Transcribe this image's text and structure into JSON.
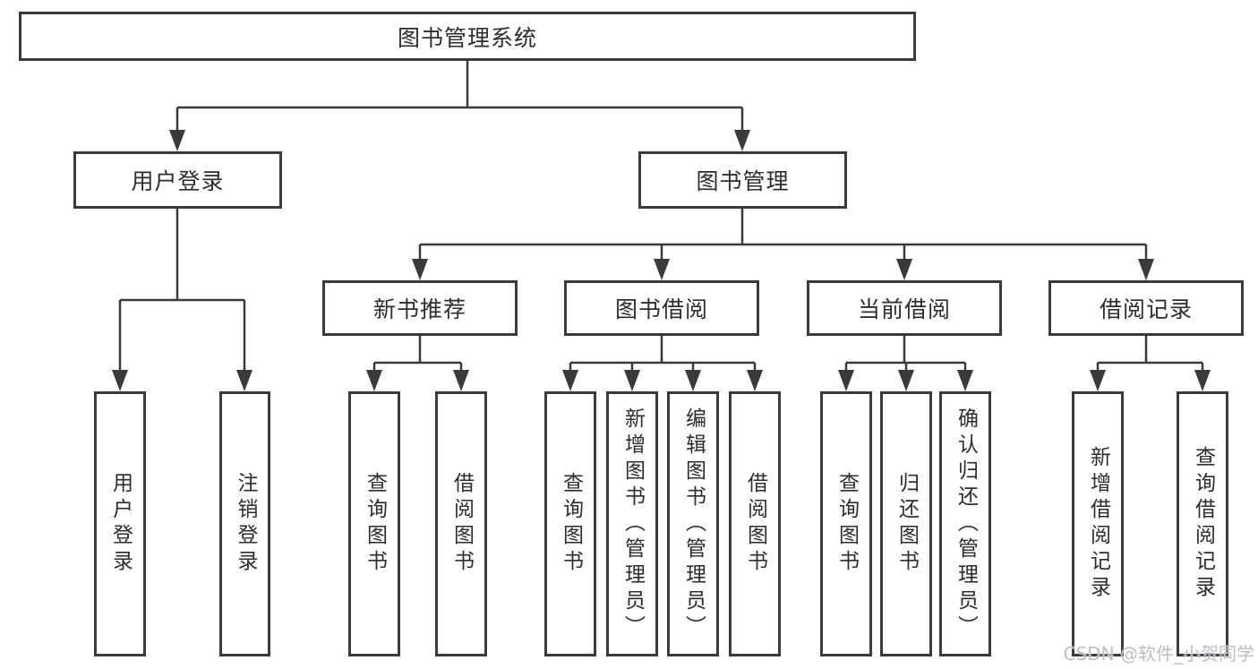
{
  "diagram": {
    "root": {
      "label": "图书管理系统"
    },
    "branches": [
      {
        "label": "用户登录",
        "children": [
          {
            "label": "用户登录"
          },
          {
            "label": "注销登录"
          }
        ]
      },
      {
        "label": "图书管理",
        "children": [
          {
            "label": "新书推荐",
            "children": [
              {
                "label": "查询图书"
              },
              {
                "label": "借阅图书"
              }
            ]
          },
          {
            "label": "图书借阅",
            "children": [
              {
                "label": "查询图书"
              },
              {
                "label": "新增图书（管理员）"
              },
              {
                "label": "编辑图书（管理员）"
              },
              {
                "label": "借阅图书"
              }
            ]
          },
          {
            "label": "当前借阅",
            "children": [
              {
                "label": "查询图书"
              },
              {
                "label": "归还图书"
              },
              {
                "label": "确认归还（管理员）"
              }
            ]
          },
          {
            "label": "借阅记录",
            "children": [
              {
                "label": "新增借阅记录"
              },
              {
                "label": "查询借阅记录"
              }
            ]
          }
        ]
      }
    ]
  },
  "watermark": {
    "text": "CSDN @软件_小贺同学"
  },
  "colors": {
    "line": "#3a3a3a",
    "box_border": "#3a3a3a",
    "text": "#2d2d2d",
    "background": "#ffffff",
    "watermark": "#b7bbc2"
  }
}
